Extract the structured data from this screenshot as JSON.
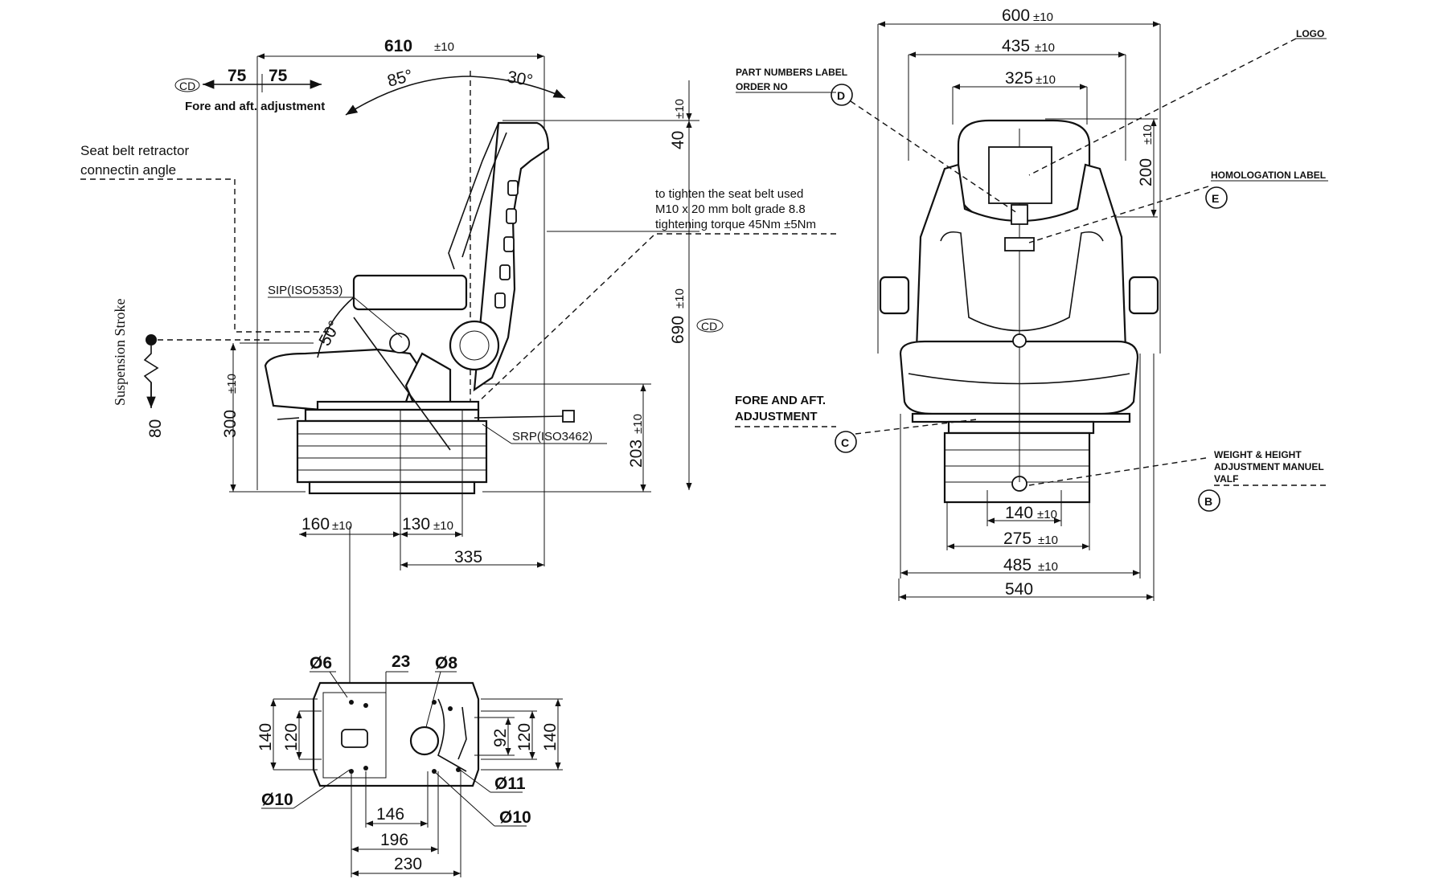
{
  "side_view": {
    "overall_width": {
      "value": "610",
      "tol": "±10"
    },
    "fore_aft": {
      "label_1": "75",
      "label_2": "75",
      "cd": "CD",
      "caption": "Fore and aft. adjustment"
    },
    "angle_back_1": "85°",
    "angle_back_2": "30°",
    "retractor_note": {
      "line1": "Seat belt retractor",
      "line2": "connectin angle"
    },
    "top_dim": {
      "value": "40",
      "tol": "±10"
    },
    "seat_belt_note": {
      "line1": "to tighten the seat belt used",
      "line2": "M10 x 20 mm bolt grade 8.8",
      "line3": "tightening torque 45Nm ±5Nm"
    },
    "height_dim": {
      "value": "690",
      "tol": "±10",
      "cd": "CD"
    },
    "sip_label": "SIP(ISO5353)",
    "angle_50": "50°",
    "suspension_label": "Suspension Stroke",
    "suspension_value": "80",
    "seat_height": {
      "value": "300",
      "tol": "±10"
    },
    "srp_label": "SRP(ISO3462)",
    "srp_height": {
      "value": "203",
      "tol": "±10"
    },
    "dim_160": {
      "value": "160",
      "tol": "±10"
    },
    "dim_130": {
      "value": "130",
      "tol": "±10"
    },
    "dim_335": "335"
  },
  "front_view": {
    "width_600": {
      "value": "600",
      "tol": "±10"
    },
    "width_435": {
      "value": "435",
      "tol": "±10"
    },
    "width_325": {
      "value": "325",
      "tol": "±10"
    },
    "height_200": {
      "value": "200",
      "tol": "±10"
    },
    "logo_label": "LOGO",
    "part_numbers": {
      "line1": "PART NUMBERS LABEL",
      "line2": "ORDER NO",
      "marker": "D"
    },
    "homologation": {
      "label": "HOMOLOGATION LABEL",
      "marker": "E"
    },
    "fore_aft": {
      "line1": "FORE AND AFT.",
      "line2": "ADJUSTMENT",
      "marker": "C"
    },
    "weight_height": {
      "line1": "WEIGHT & HEIGHT",
      "line2": "ADJUSTMENT MANUEL",
      "line3": "VALF",
      "marker": "B"
    },
    "width_140": {
      "value": "140",
      "tol": "±10"
    },
    "width_275": {
      "value": "275",
      "tol": "±10"
    },
    "width_485": {
      "value": "485",
      "tol": "±10"
    },
    "width_540": "540"
  },
  "base_view": {
    "d6": "Ø6",
    "d23": "23",
    "d8": "Ø8",
    "h140_left": "140",
    "h120_left": "120",
    "h92": "92",
    "h120_right": "120",
    "h140_right": "140",
    "d10_left": "Ø10",
    "d11": "Ø11",
    "d10_right": "Ø10",
    "w146": "146",
    "w196": "196",
    "w230": "230"
  }
}
